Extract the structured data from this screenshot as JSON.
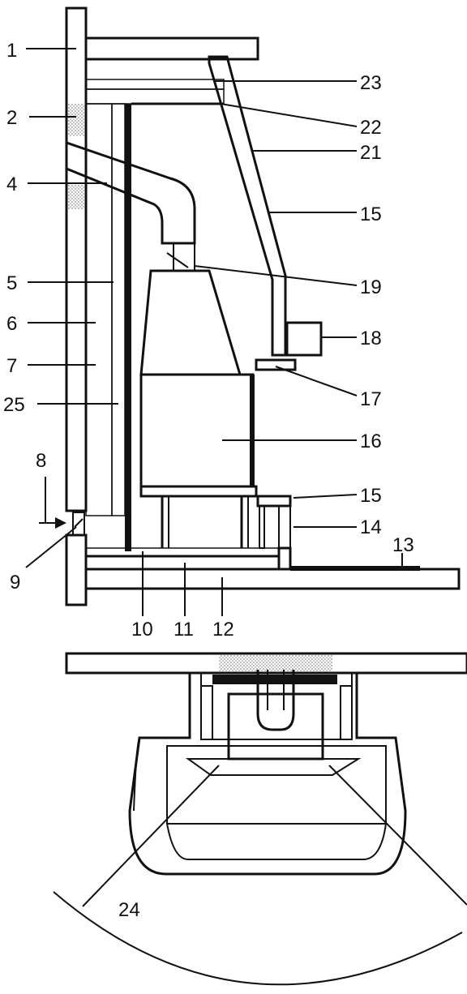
{
  "figure": {
    "callouts": {
      "c1": "1",
      "c2": "2",
      "c4": "4",
      "c5": "5",
      "c6": "6",
      "c7": "7",
      "c8": "8",
      "c9": "9",
      "c10": "10",
      "c11": "11",
      "c12": "12",
      "c13": "13",
      "c14": "14",
      "c15a": "15",
      "c15b": "15",
      "c16": "16",
      "c17": "17",
      "c18": "18",
      "c19": "19",
      "c21": "21",
      "c22": "22",
      "c23": "23",
      "c24": "24",
      "c25": "25"
    }
  }
}
